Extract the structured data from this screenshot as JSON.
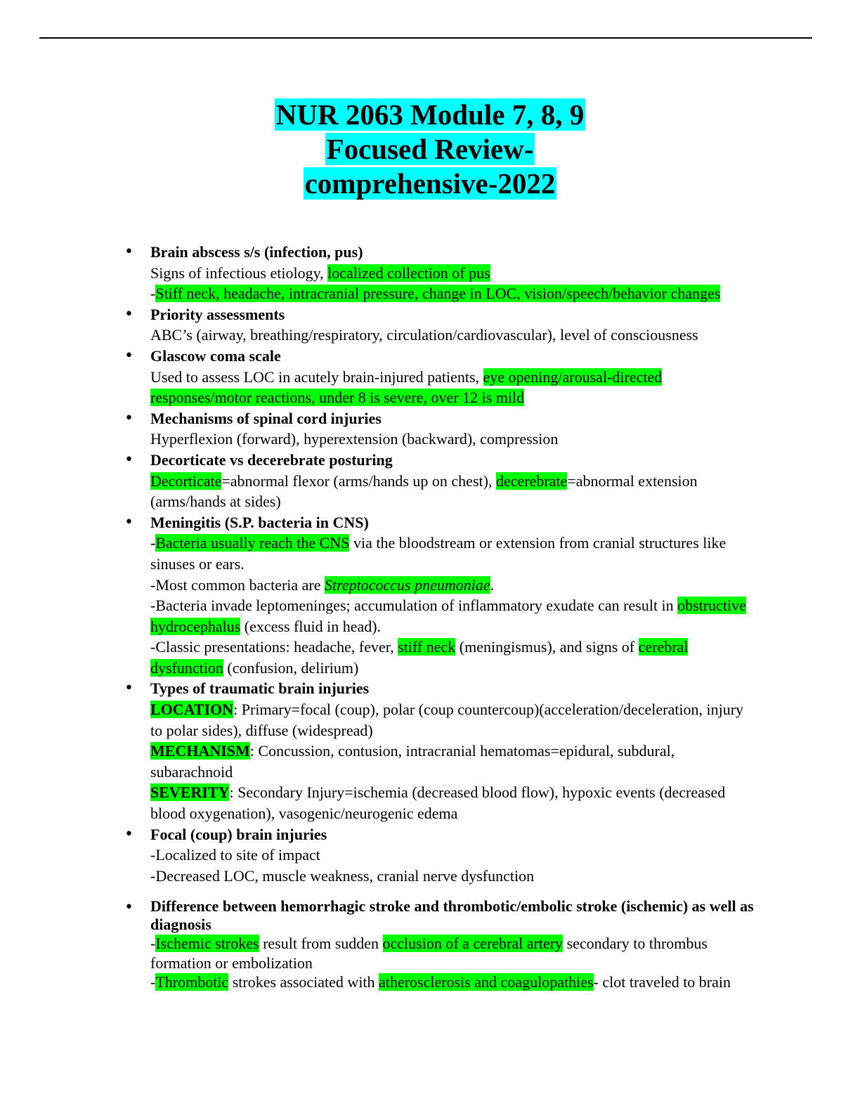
{
  "document": {
    "title_lines": [
      "NUR 2063 Module 7, 8, 9",
      "Focused Review-",
      "comprehensive-2022"
    ],
    "bullet_char": "•",
    "highlight_colors": {
      "title": "#00ffff",
      "text": "#00ff00"
    },
    "items": [
      {
        "heading": "Brain abscess s/s (infection, pus)",
        "p1": {
          "a": "Signs of infectious etiology, ",
          "b": "localized collection of pus"
        },
        "p2": {
          "a": "-",
          "b": "Stiff neck, headache, intracranial pressure, change in LOC, vision/speech/behavior changes"
        }
      },
      {
        "heading": "Priority assessments",
        "p1": {
          "a": "ABC’s (airway, breathing/respiratory, circulation/cardiovascular), level of consciousness"
        }
      },
      {
        "heading": "Glascow coma scale",
        "p1": {
          "a": "Used to assess LOC in acutely brain-injured patients, ",
          "b": "eye opening/arousal-directed responses/motor reactions, under 8 is severe, over 12 is mild"
        }
      },
      {
        "heading": "Mechanisms of spinal cord injuries",
        "p1": {
          "a": "Hyperflexion (forward), hyperextension (backward), compression"
        }
      },
      {
        "heading": "Decorticate vs decerebrate posturing",
        "p1": {
          "a": "Decorticate",
          "b": "=abnormal flexor (arms/hands up on chest), ",
          "c": "decerebrate",
          "d": "=abnormal extension (arms/hands at sides)"
        }
      },
      {
        "heading": "Meningitis (S.P. bacteria in CNS)",
        "p1": {
          "a": "-",
          "b": "Bacteria usually reach the CNS",
          "c": " via the bloodstream or extension from cranial structures like sinuses or ears."
        },
        "p2": {
          "a": "-Most common bacteria are ",
          "b": "Streptococcus pneumoniae",
          "c": "."
        },
        "p3": {
          "a": "-Bacteria invade leptomeninges; accumulation of inflammatory exudate can result in ",
          "b": "obstructive hydrocephalus",
          "c": " (excess fluid in head)."
        },
        "p4": {
          "a": "-Classic presentations: headache, fever, ",
          "b": "stiff neck",
          "c": " (meningismus), and signs of ",
          "d": "cerebral dysfunction",
          "e": " (confusion, delirium)"
        }
      },
      {
        "heading": "Types of traumatic brain injuries",
        "p1": {
          "a": "LOCATION",
          "b": ": Primary=focal (coup), polar (coup countercoup)(acceleration/deceleration, injury to polar sides), diffuse (widespread)"
        },
        "p2": {
          "a": "MECHANISM",
          "b": ": Concussion, contusion, intracranial hematomas=epidural, subdural, subarachnoid"
        },
        "p3": {
          "a": "SEVERITY",
          "b": ": Secondary Injury=ischemia (decreased blood flow), hypoxic events (decreased blood oxygenation), vasogenic/neurogenic edema"
        }
      },
      {
        "heading": "Focal (coup) brain injuries",
        "p1": {
          "a": "-Localized to site of impact"
        },
        "p2": {
          "a": "-Decreased LOC, muscle weakness, cranial nerve dysfunction"
        }
      },
      {
        "heading": "Difference between hemorrhagic stroke and thrombotic/embolic stroke (ischemic) as well as diagnosis",
        "p1": {
          "a": "-",
          "b": "Ischemic strokes",
          "c": " result from sudden ",
          "d": "occlusion of a cerebral artery",
          "e": " secondary to thrombus formation or embolization"
        },
        "p2": {
          "a": "-",
          "b": "Thrombotic",
          "c": " strokes associated with ",
          "d": "atherosclerosis and coagulopathies",
          "e": "- clot traveled to brain"
        }
      }
    ]
  }
}
